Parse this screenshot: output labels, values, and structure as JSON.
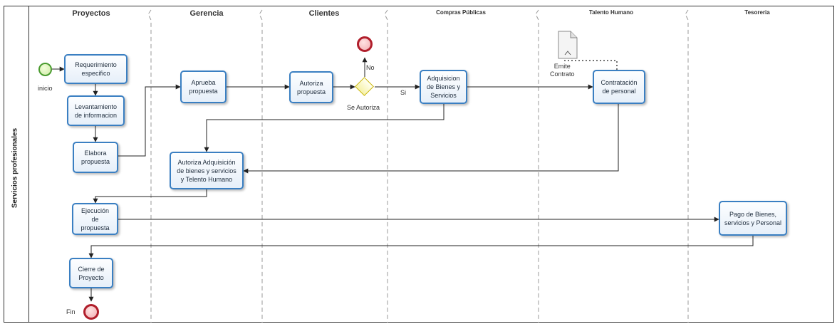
{
  "pool": {
    "label": "Servicios profesionales"
  },
  "lanes": [
    {
      "id": "proyectos",
      "title": "Proyectos"
    },
    {
      "id": "gerencia",
      "title": "Gerencia"
    },
    {
      "id": "clientes",
      "title": "Clientes"
    },
    {
      "id": "compras",
      "title": "Compras Públicas"
    },
    {
      "id": "talento",
      "title": "Talento Humano"
    },
    {
      "id": "tesoreria",
      "title": "Tesoreria"
    }
  ],
  "tasks": {
    "requerimiento": "Requerimiento\nespecifico",
    "levantamiento": "Levantamiento\nde informacion",
    "elabora": "Elabora\npropuesta",
    "aprueba": "Aprueba\npropuesta",
    "autoriza_propuesta": "Autoriza\npropuesta",
    "adquisicion": "Adquisicion\nde Bienes y\nServicios",
    "contratacion": "Contratación\nde personal",
    "autoriza_adquisicion": "Autoriza Adquisición\nde bienes y servicios\ny  Telento Humano",
    "ejecucion": "Ejecución\nde\npropuesta",
    "pago": "Pago de Bienes,\nservicios y Personal",
    "cierre": "Cierre de\nProyecto"
  },
  "events": {
    "start_label": "inicio",
    "end_label": "Fin"
  },
  "gateway": {
    "label": "Se Autoriza",
    "yes_label": "Si",
    "no_label": "No"
  },
  "artifact": {
    "label": "Emite\nContrato"
  },
  "colors": {
    "task_border": "#3a7fc2",
    "start_event": "#4a9b2f",
    "end_event": "#b01e2b",
    "gateway": "#c8b400",
    "lane_divider": "#9a9a9a"
  }
}
